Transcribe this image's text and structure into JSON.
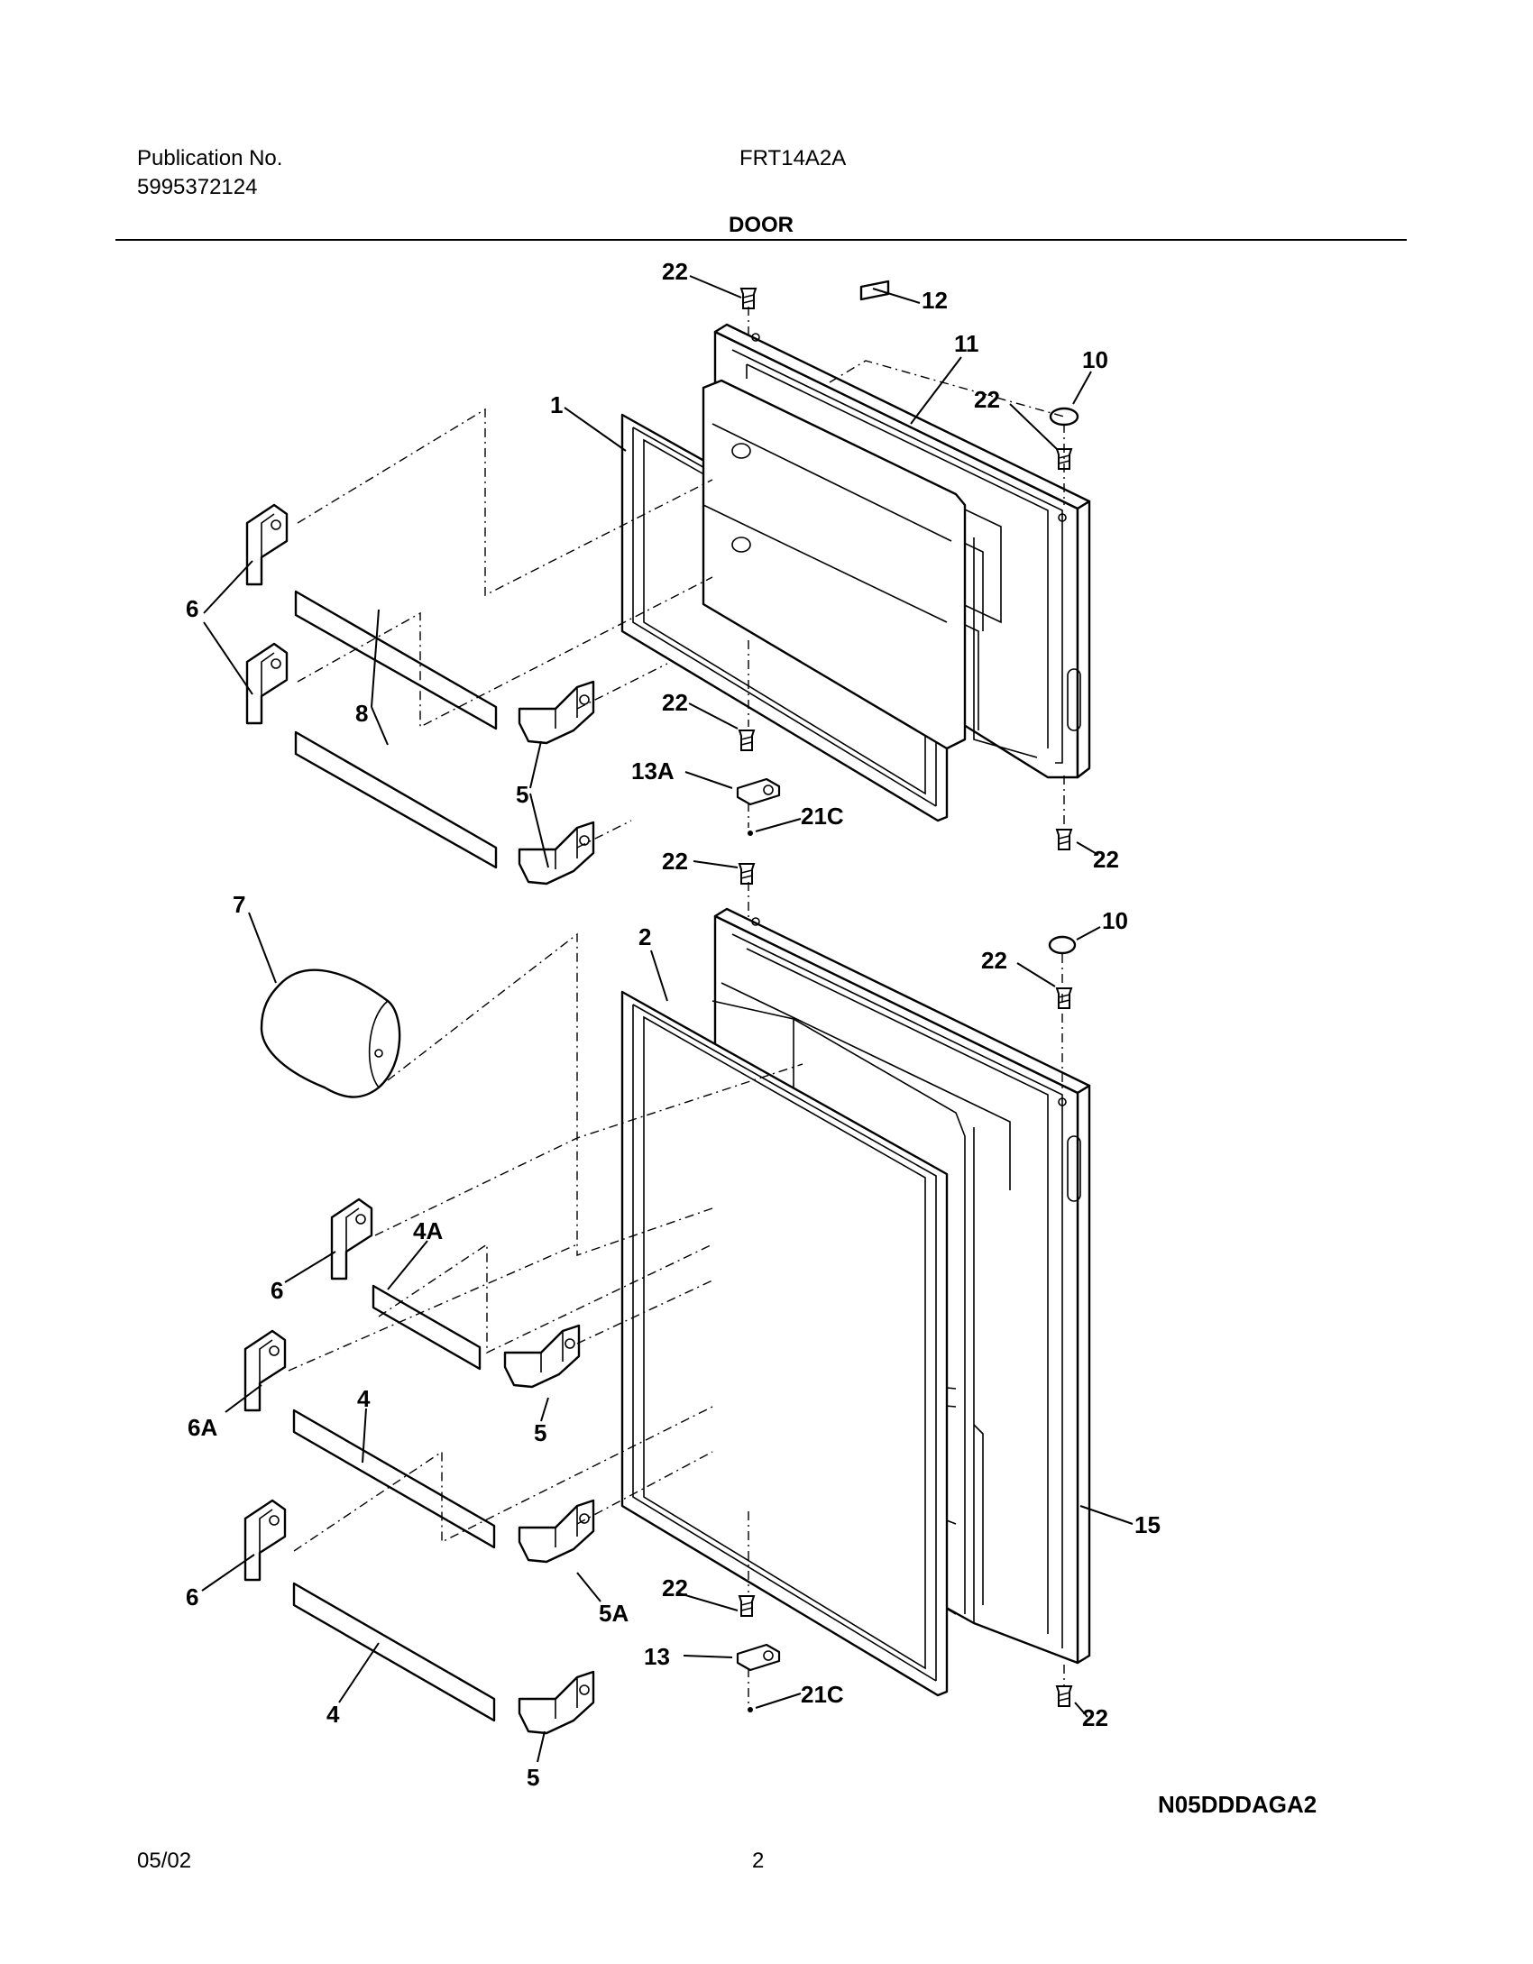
{
  "header": {
    "publication_label": "Publication No.",
    "publication_number": "5995372124",
    "model": "FRT14A2A",
    "section_title": "DOOR"
  },
  "callouts": {
    "n1": "1",
    "n2": "2",
    "n4": "4",
    "n4a": "4A",
    "n5": "5",
    "n5a": "5A",
    "n6": "6",
    "n6a": "6A",
    "n7": "7",
    "n8": "8",
    "n10": "10",
    "n11": "11",
    "n12": "12",
    "n13": "13",
    "n13a": "13A",
    "n15": "15",
    "n21c": "21C",
    "n22": "22"
  },
  "drawing_code": "N05DDDAGA2",
  "footer": {
    "date": "05/02",
    "page": "2"
  }
}
